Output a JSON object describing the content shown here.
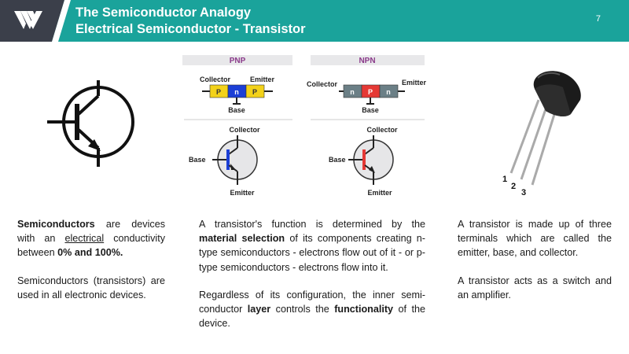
{
  "header": {
    "title_line1": "The Semiconductor Analogy",
    "title_line2": "Electrical Semiconductor - Transistor",
    "page_number": "7",
    "colors": {
      "teal": "#1aa39b",
      "dark": "#3b3f4a"
    }
  },
  "diagrams": {
    "pnp": {
      "title": "PNP",
      "collector": "Collector",
      "emitter": "Emitter",
      "base": "Base",
      "layers": [
        "P",
        "n",
        "P"
      ],
      "symbol_collector": "Collector",
      "symbol_base": "Base",
      "symbol_emitter": "Emitter"
    },
    "npn": {
      "title": "NPN",
      "collector": "Collector",
      "emitter": "Emitter",
      "base": "Base",
      "layers": [
        "n",
        "P",
        "n"
      ],
      "symbol_collector": "Collector",
      "symbol_base": "Base",
      "symbol_emitter": "Emitter"
    },
    "package": {
      "pins": [
        "1",
        "2",
        "3"
      ]
    }
  },
  "left_text": {
    "p1_bold": "Semiconductors",
    "p1_a": " are devices with an ",
    "p1_underline": "electrical",
    "p1_b": " conductivity between ",
    "p1_bold2": "0% and 100%.",
    "p2": "Semiconductors (transistors) are used in all electronic devices."
  },
  "middle_text": {
    "p1_a": "A transistor's function is determined by the ",
    "p1_bold": "material selection",
    "p1_b": " of its components creating n-type semiconductors - electrons flow out of it - or p-type semiconductors - electrons flow into it.",
    "p2_a": "Regardless of its configuration, the inner semi-conductor ",
    "p2_bold": "layer",
    "p2_b": " controls the ",
    "p2_bold2": "functionality",
    "p2_c": " of the device."
  },
  "right_text": {
    "p1": "A transistor is made up of three terminals which are called the emitter, base, and collector.",
    "p2": "A transistor acts as a switch and an amplifier."
  }
}
